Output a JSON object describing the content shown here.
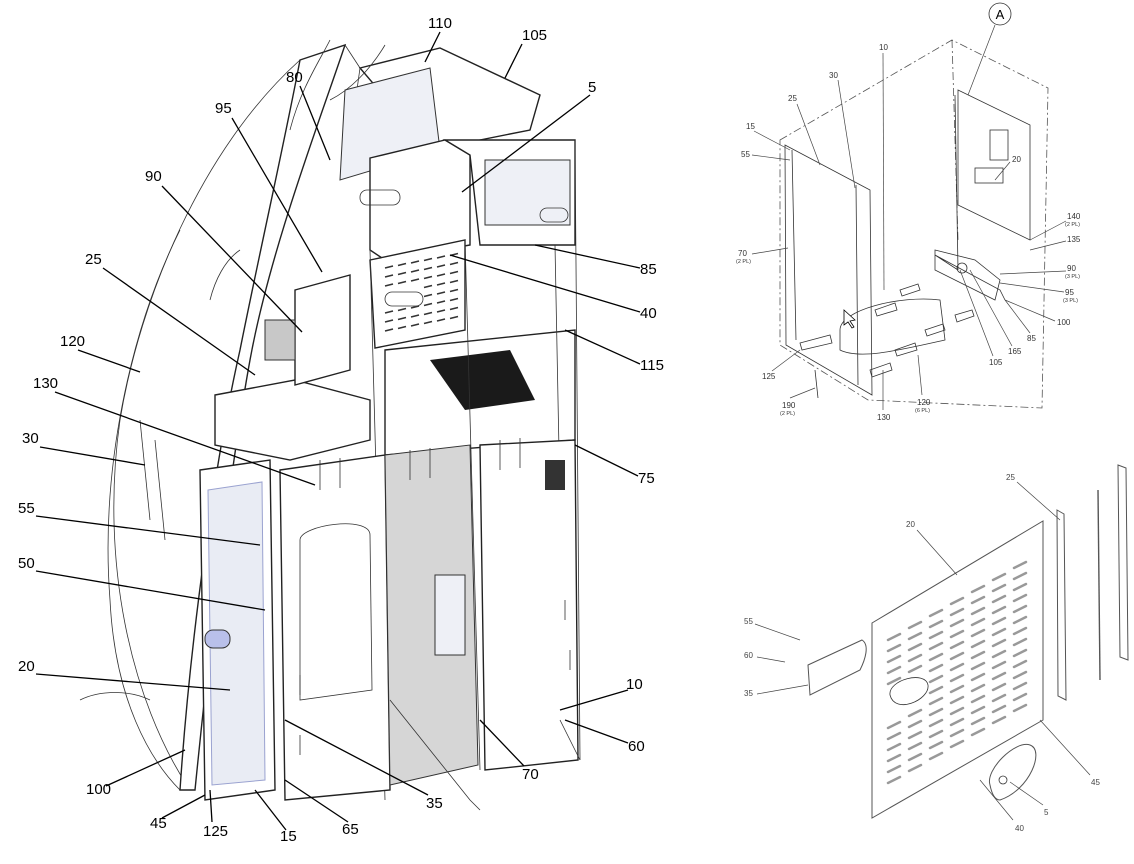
{
  "main_figure": {
    "labels": [
      "110",
      "105",
      "5",
      "80",
      "95",
      "90",
      "25",
      "120",
      "130",
      "30",
      "55",
      "50",
      "20",
      "100",
      "45",
      "125",
      "15",
      "65",
      "35",
      "70",
      "60",
      "10",
      "75",
      "115",
      "40",
      "85"
    ]
  },
  "top_right_figure": {
    "callout": "A",
    "labels": [
      {
        "num": "10",
        "note": ""
      },
      {
        "num": "30",
        "note": ""
      },
      {
        "num": "25",
        "note": ""
      },
      {
        "num": "15",
        "note": ""
      },
      {
        "num": "55",
        "note": ""
      },
      {
        "num": "70",
        "note": "(2 PL)"
      },
      {
        "num": "20",
        "note": ""
      },
      {
        "num": "140",
        "note": "(2 PL)"
      },
      {
        "num": "135",
        "note": ""
      },
      {
        "num": "90",
        "note": "(3 PL)"
      },
      {
        "num": "95",
        "note": "(3 PL)"
      },
      {
        "num": "100",
        "note": ""
      },
      {
        "num": "85",
        "note": ""
      },
      {
        "num": "165",
        "note": ""
      },
      {
        "num": "105",
        "note": ""
      },
      {
        "num": "125",
        "note": ""
      },
      {
        "num": "190",
        "note": "(2 PL)"
      },
      {
        "num": "130",
        "note": ""
      },
      {
        "num": "120",
        "note": "(6 PL)"
      }
    ]
  },
  "bottom_right_figure": {
    "labels": [
      "25",
      "20",
      "55",
      "60",
      "35",
      "45",
      "5",
      "40"
    ]
  }
}
